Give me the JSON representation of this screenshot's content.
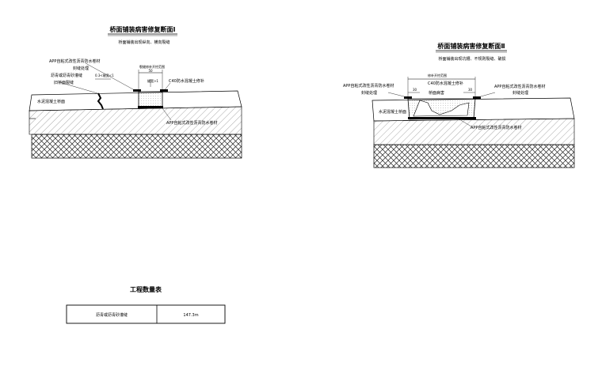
{
  "section1": {
    "title": "桥面铺装病害修复断面Ⅰ",
    "subtitle": "桥面铺装出现纵向、横向裂缝",
    "labels": {
      "membrane_seal": "APP自粘式改性沥青防水卷材",
      "seal_edge": "封缝处理",
      "asphalt_sand": "沥青或沥青砂灌缝",
      "crack": "旧桥面裂缝",
      "crack_width": "0.3<缝宽<1",
      "repair_range": "裂缝修补开挖范围",
      "dim_50": "50",
      "gap": "缝宽>1",
      "c40": "C40防水混凝土修补",
      "deck": "水泥混凝土桥面",
      "membrane_bottom": "APP自粘式改性沥青防水卷材"
    }
  },
  "section2": {
    "title": "桥面铺装病害修复断面Ⅱ",
    "subtitle": "桥面铺装出现坑槽、不规则裂缝、破损",
    "labels": {
      "repair_range": "修补开挖范围",
      "c40": "C40防水混凝土修补",
      "membrane_left": "APP自粘式改性沥青防水卷材",
      "seal_left": "封缝处理",
      "dim_left": "30",
      "damage": "桥面病害",
      "dim_right": "30",
      "membrane_right": "APP自粘式改性沥青防水卷材",
      "seal_right": "封缝处理",
      "deck": "水泥混凝土桥面",
      "membrane_bottom": "APP自粘式改性沥青防水卷材"
    }
  },
  "quantity_table": {
    "title": "工程数量表",
    "rows": [
      {
        "item": "沥青或沥青砂灌缝",
        "value": "147.3m"
      }
    ]
  }
}
